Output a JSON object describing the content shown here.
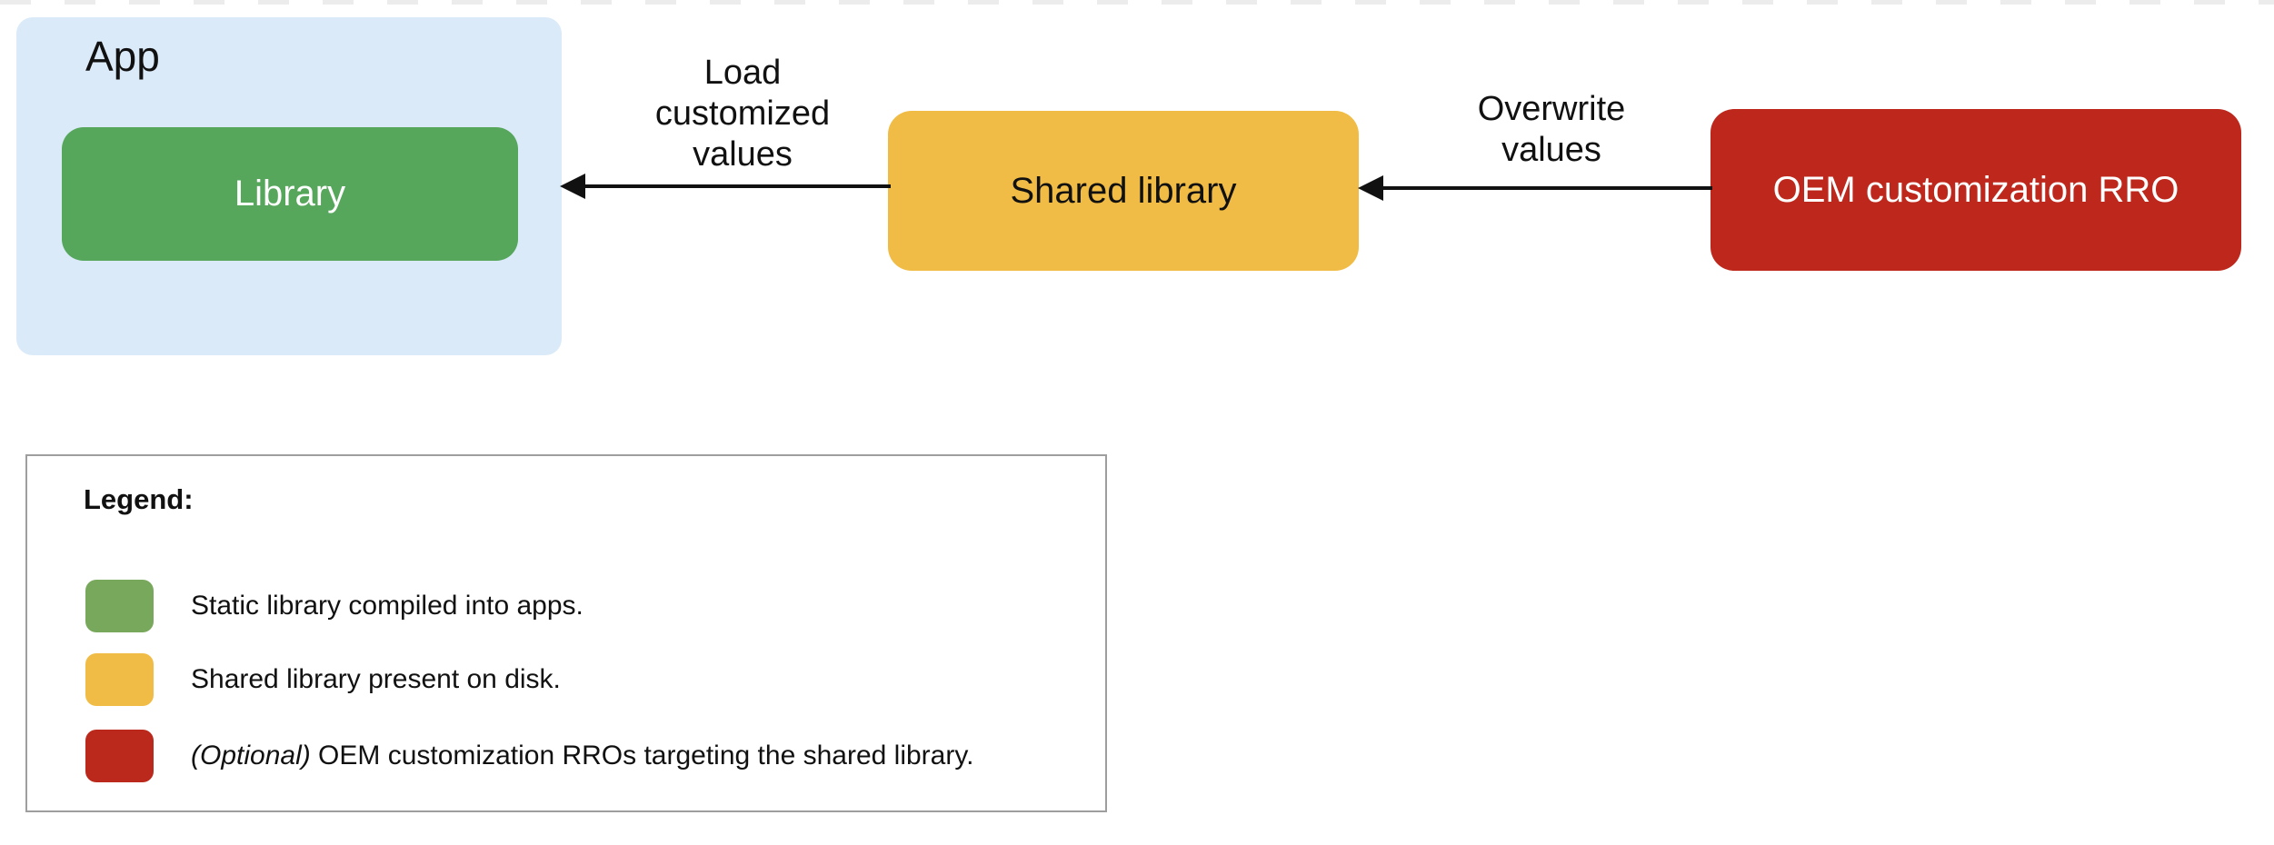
{
  "diagram": {
    "app": {
      "label": "App"
    },
    "library": {
      "label": "Library"
    },
    "shared_library": {
      "label": "Shared library"
    },
    "oem_rro": {
      "label": "OEM customization RRO"
    },
    "arrows": [
      {
        "from": "Shared library",
        "to": "Library",
        "lines": {
          "0": "Load",
          "1": "customized",
          "2": "values"
        }
      },
      {
        "from": "OEM customization RRO",
        "to": "Shared library",
        "lines": {
          "0": "Overwrite",
          "1": "values"
        }
      }
    ]
  },
  "legend": {
    "title": "Legend:",
    "items": [
      {
        "swatch": "green-swatch",
        "color": "#78a85c",
        "prefix_italic": "",
        "text": "Static library compiled into apps."
      },
      {
        "swatch": "yellow-swatch",
        "color": "#f0bc45",
        "prefix_italic": "",
        "text": "Shared library present on disk."
      },
      {
        "swatch": "red-swatch",
        "color": "#bb281c",
        "prefix_italic": "(Optional)",
        "text": " OEM customization RROs targeting the shared library."
      }
    ]
  },
  "colors": {
    "app_background": "#daeaf8",
    "library_green": "#56a65c",
    "shared_yellow": "#f0bc45",
    "rro_red": "#be281c",
    "arrow_black": "#111111"
  }
}
